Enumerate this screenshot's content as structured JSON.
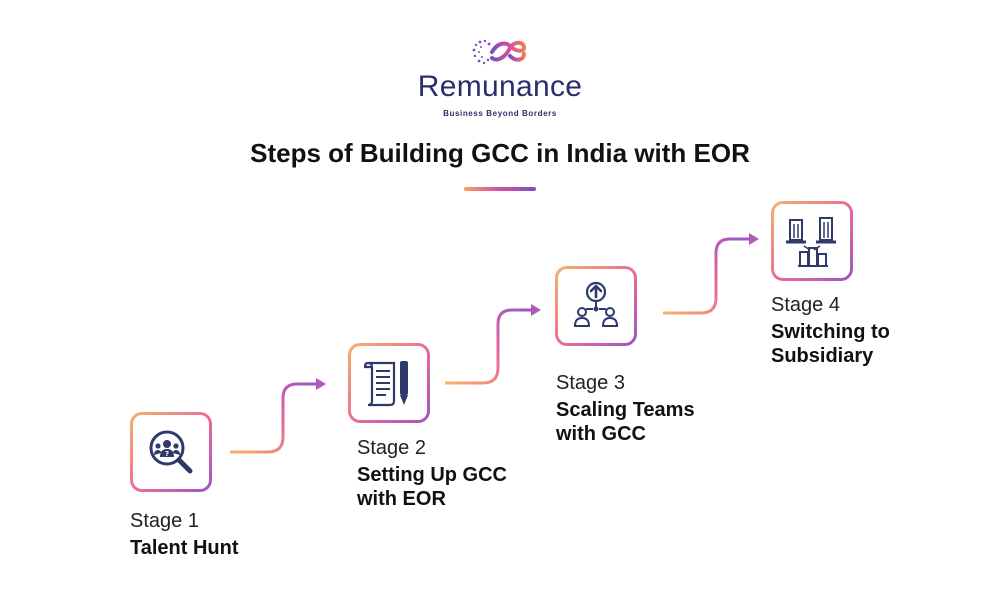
{
  "brand": {
    "name": "Remunance",
    "tagline": "Business Beyond Borders"
  },
  "title": "Steps of Building GCC in India with EOR",
  "stages": [
    {
      "label": "Stage 1",
      "name_lines": [
        "Talent Hunt"
      ],
      "icon": "talent-search-icon"
    },
    {
      "label": "Stage 2",
      "name_lines": [
        "Setting Up GCC",
        "with EOR"
      ],
      "icon": "document-pen-icon"
    },
    {
      "label": "Stage 3",
      "name_lines": [
        "Scaling Teams",
        "with GCC"
      ],
      "icon": "team-scaling-icon"
    },
    {
      "label": "Stage 4",
      "name_lines": [
        "Switching to",
        "Subsidiary"
      ],
      "icon": "buildings-icon"
    }
  ],
  "colors": {
    "gradient_start": "#f7b267",
    "gradient_mid": "#e8699b",
    "gradient_end": "#9a55c4",
    "brand_navy": "#2b2e6b",
    "icon_navy": "#2f3a6b"
  }
}
